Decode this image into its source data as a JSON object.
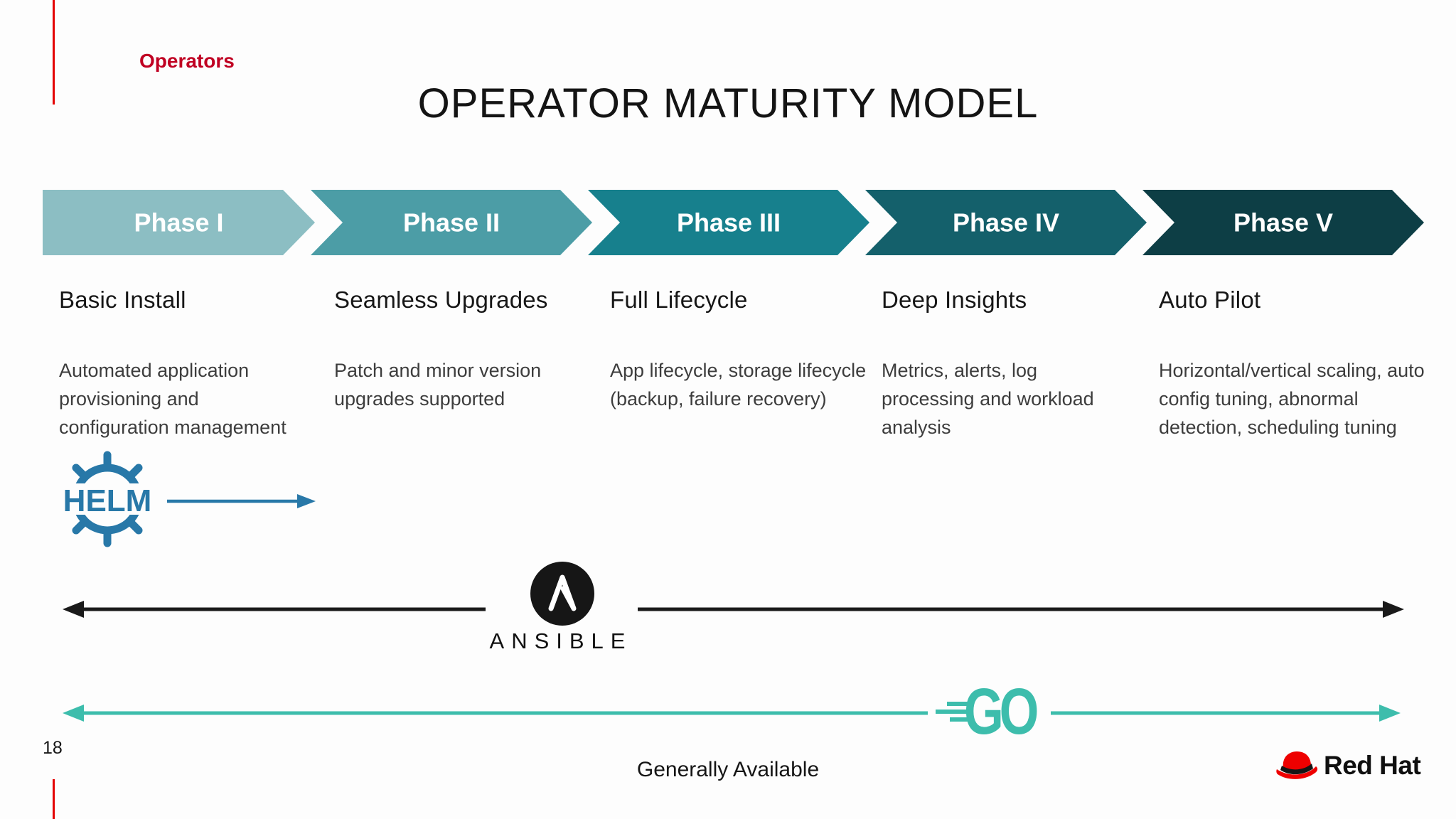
{
  "slide": {
    "eyebrow": "Operators",
    "title": "OPERATOR MATURITY MODEL",
    "footer_note": "Generally Available",
    "page_number": "18"
  },
  "phases": [
    {
      "label": "Phase I",
      "color": "#8CBEC3",
      "heading": "Basic Install",
      "description": "Automated application provisioning and configuration management"
    },
    {
      "label": "Phase II",
      "color": "#4C9DA6",
      "heading": "Seamless Upgrades",
      "description": "Patch and minor version upgrades supported"
    },
    {
      "label": "Phase III",
      "color": "#17808D",
      "heading": "Full Lifecycle",
      "description": "App lifecycle, storage lifecycle (backup, failure recovery)"
    },
    {
      "label": "Phase IV",
      "color": "#14606B",
      "heading": "Deep Insights",
      "description": "Metrics, alerts, log processing and workload analysis"
    },
    {
      "label": "Phase V",
      "color": "#0D3E45",
      "heading": "Auto Pilot",
      "description": "Horizontal/vertical scaling, auto config tuning, abnormal detection, scheduling tuning"
    }
  ],
  "tools": {
    "helm": {
      "label": "HELM",
      "color": "#2878A8"
    },
    "ansible": {
      "label": "ANSIBLE",
      "color": "#161616"
    },
    "go": {
      "label": "GO",
      "color": "#3DBDAC"
    }
  },
  "brand": {
    "name": "Red Hat",
    "hat_red": "#EE0000"
  },
  "colors": {
    "accent_red": "#E40000",
    "eyebrow_red": "#C00022",
    "arrow_black": "#1A1A1A",
    "phase_label_text": "#FFFFFF"
  }
}
